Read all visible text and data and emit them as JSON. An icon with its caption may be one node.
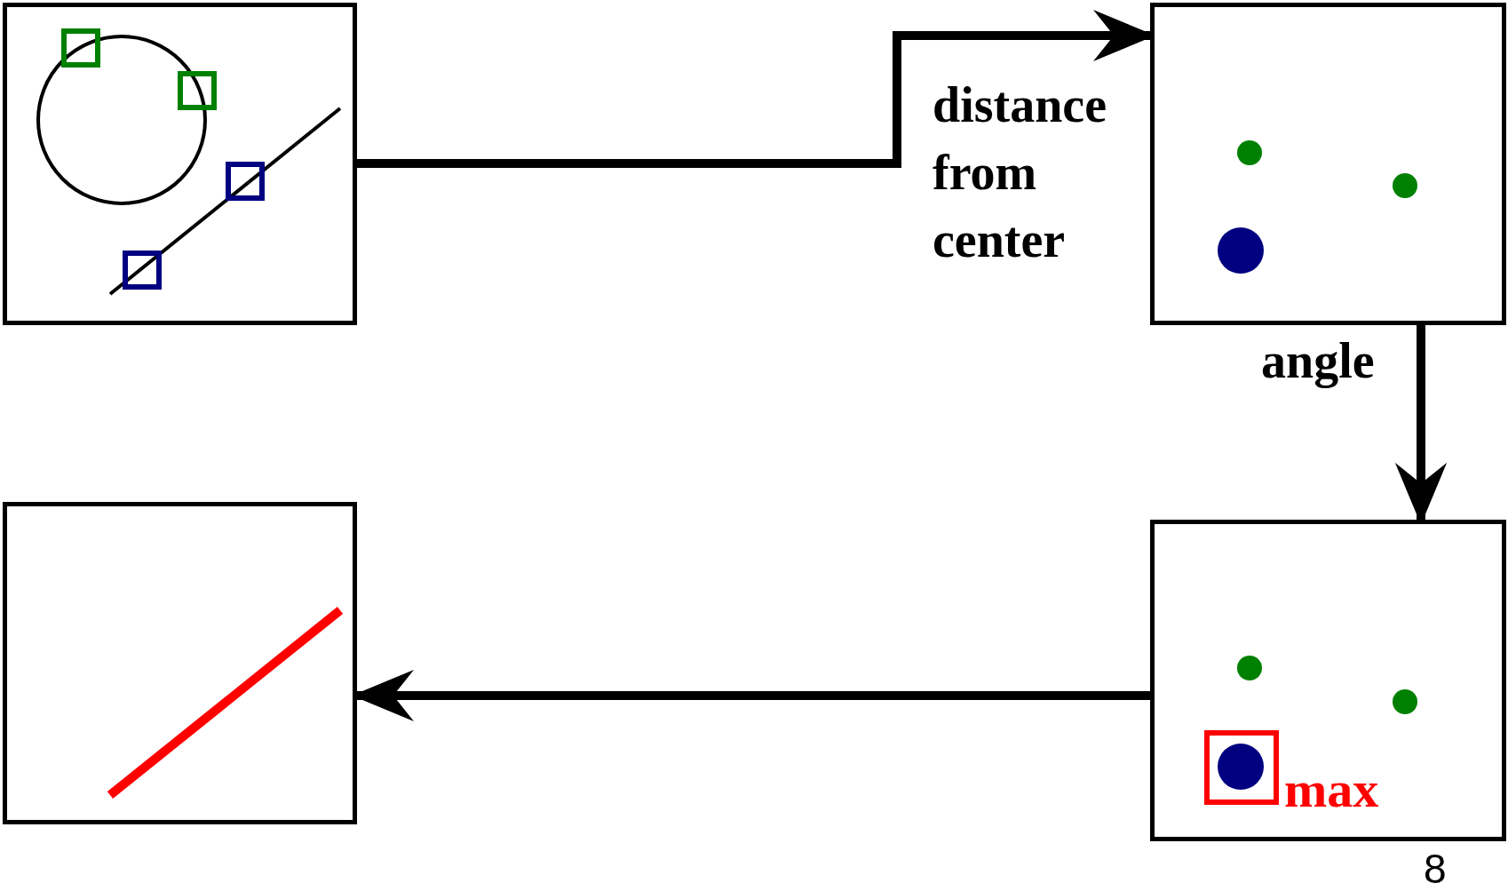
{
  "diagram": {
    "nodes": [
      {
        "text": [],
        "shape": "box"
      },
      {
        "text": [],
        "shape": "box",
        "beside": [
          "distance from center",
          "angle"
        ]
      },
      {
        "text": [
          "max"
        ]
      },
      {
        "text": [],
        "shape": "box"
      }
    ],
    "edges": [
      {
        "from": 0,
        "to": 1,
        "arrow": "to"
      },
      {
        "from": 1,
        "to": 2,
        "arrow": "to"
      },
      {
        "from": 2,
        "to": 3,
        "arrow": "to"
      }
    ],
    "labels": [
      "8"
    ]
  }
}
